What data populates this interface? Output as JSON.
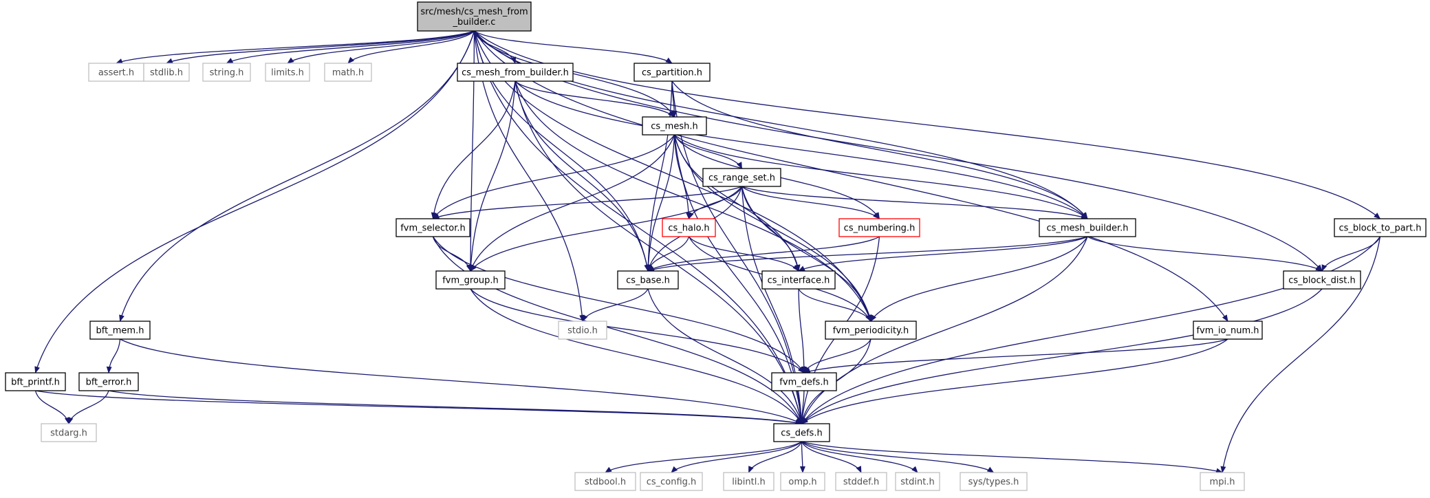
{
  "colors": {
    "edge": "#191970",
    "node_border": "#000000",
    "node_border_missing": "#bfbfbf",
    "node_border_truncated": "#ff0000",
    "root_fill": "#bfbfbf",
    "node_fill": "#ffffff"
  },
  "root": {
    "label_line1": "src/mesh/cs_mesh_from",
    "label_line2": "_builder.c"
  },
  "nodes": [
    {
      "id": "root",
      "label": "src/mesh/cs_mesh_from\n_builder.c",
      "style": "root"
    },
    {
      "id": "assert",
      "label": "assert.h",
      "style": "missing"
    },
    {
      "id": "stdlib",
      "label": "stdlib.h",
      "style": "missing"
    },
    {
      "id": "string",
      "label": "string.h",
      "style": "missing"
    },
    {
      "id": "limits",
      "label": "limits.h",
      "style": "missing"
    },
    {
      "id": "math",
      "label": "math.h",
      "style": "missing"
    },
    {
      "id": "cs_mesh_from_builder_h",
      "label": "cs_mesh_from_builder.h",
      "style": "normal"
    },
    {
      "id": "cs_partition",
      "label": "cs_partition.h",
      "style": "normal"
    },
    {
      "id": "cs_mesh",
      "label": "cs_mesh.h",
      "style": "normal"
    },
    {
      "id": "cs_range_set",
      "label": "cs_range_set.h",
      "style": "normal"
    },
    {
      "id": "fvm_selector",
      "label": "fvm_selector.h",
      "style": "normal"
    },
    {
      "id": "cs_halo",
      "label": "cs_halo.h",
      "style": "truncated"
    },
    {
      "id": "cs_numbering",
      "label": "cs_numbering.h",
      "style": "truncated"
    },
    {
      "id": "cs_mesh_builder",
      "label": "cs_mesh_builder.h",
      "style": "normal"
    },
    {
      "id": "cs_block_to_part",
      "label": "cs_block_to_part.h",
      "style": "normal"
    },
    {
      "id": "fvm_group",
      "label": "fvm_group.h",
      "style": "normal"
    },
    {
      "id": "cs_base",
      "label": "cs_base.h",
      "style": "normal"
    },
    {
      "id": "cs_interface",
      "label": "cs_interface.h",
      "style": "normal"
    },
    {
      "id": "cs_block_dist",
      "label": "cs_block_dist.h",
      "style": "normal"
    },
    {
      "id": "bft_mem",
      "label": "bft_mem.h",
      "style": "normal"
    },
    {
      "id": "stdio",
      "label": "stdio.h",
      "style": "missing"
    },
    {
      "id": "fvm_periodicity",
      "label": "fvm_periodicity.h",
      "style": "normal"
    },
    {
      "id": "fvm_io_num",
      "label": "fvm_io_num.h",
      "style": "normal"
    },
    {
      "id": "bft_printf",
      "label": "bft_printf.h",
      "style": "normal"
    },
    {
      "id": "bft_error",
      "label": "bft_error.h",
      "style": "normal"
    },
    {
      "id": "fvm_defs",
      "label": "fvm_defs.h",
      "style": "normal"
    },
    {
      "id": "stdarg",
      "label": "stdarg.h",
      "style": "missing"
    },
    {
      "id": "cs_defs",
      "label": "cs_defs.h",
      "style": "normal"
    },
    {
      "id": "stdbool",
      "label": "stdbool.h",
      "style": "missing"
    },
    {
      "id": "cs_config",
      "label": "cs_config.h",
      "style": "missing"
    },
    {
      "id": "libintl",
      "label": "libintl.h",
      "style": "missing"
    },
    {
      "id": "omp",
      "label": "omp.h",
      "style": "missing"
    },
    {
      "id": "stddef",
      "label": "stddef.h",
      "style": "missing"
    },
    {
      "id": "stdint",
      "label": "stdint.h",
      "style": "missing"
    },
    {
      "id": "systypes",
      "label": "sys/types.h",
      "style": "missing"
    },
    {
      "id": "mpi",
      "label": "mpi.h",
      "style": "missing"
    }
  ],
  "edges": [
    [
      "root",
      "assert"
    ],
    [
      "root",
      "stdlib"
    ],
    [
      "root",
      "string"
    ],
    [
      "root",
      "limits"
    ],
    [
      "root",
      "math"
    ],
    [
      "root",
      "cs_mesh_from_builder_h"
    ],
    [
      "root",
      "cs_partition"
    ],
    [
      "root",
      "cs_mesh"
    ],
    [
      "root",
      "cs_mesh_builder"
    ],
    [
      "root",
      "cs_block_to_part"
    ],
    [
      "root",
      "cs_block_dist"
    ],
    [
      "root",
      "bft_mem"
    ],
    [
      "root",
      "bft_printf"
    ],
    [
      "root",
      "stdio"
    ],
    [
      "root",
      "fvm_group"
    ],
    [
      "root",
      "cs_base"
    ],
    [
      "root",
      "fvm_periodicity"
    ],
    [
      "root",
      "fvm_io_num"
    ],
    [
      "root",
      "cs_defs"
    ],
    [
      "cs_mesh_from_builder_h",
      "cs_mesh"
    ],
    [
      "cs_mesh_from_builder_h",
      "fvm_selector"
    ],
    [
      "cs_mesh_from_builder_h",
      "fvm_group"
    ],
    [
      "cs_mesh_from_builder_h",
      "cs_base"
    ],
    [
      "cs_mesh_from_builder_h",
      "cs_mesh_builder"
    ],
    [
      "cs_mesh_from_builder_h",
      "fvm_periodicity"
    ],
    [
      "cs_mesh_from_builder_h",
      "cs_defs"
    ],
    [
      "cs_partition",
      "cs_mesh"
    ],
    [
      "cs_partition",
      "cs_base"
    ],
    [
      "cs_partition",
      "cs_mesh_builder"
    ],
    [
      "cs_partition",
      "cs_defs"
    ],
    [
      "cs_mesh",
      "cs_range_set"
    ],
    [
      "cs_mesh",
      "fvm_selector"
    ],
    [
      "cs_mesh",
      "cs_halo"
    ],
    [
      "cs_mesh",
      "cs_numbering"
    ],
    [
      "cs_mesh",
      "cs_mesh_builder"
    ],
    [
      "cs_mesh",
      "fvm_group"
    ],
    [
      "cs_mesh",
      "cs_base"
    ],
    [
      "cs_mesh",
      "cs_interface"
    ],
    [
      "cs_mesh",
      "fvm_periodicity"
    ],
    [
      "cs_mesh",
      "cs_defs"
    ],
    [
      "cs_range_set",
      "fvm_selector"
    ],
    [
      "cs_range_set",
      "cs_halo"
    ],
    [
      "cs_range_set",
      "cs_numbering"
    ],
    [
      "cs_range_set",
      "cs_mesh_builder"
    ],
    [
      "cs_range_set",
      "fvm_group"
    ],
    [
      "cs_range_set",
      "cs_base"
    ],
    [
      "cs_range_set",
      "cs_interface"
    ],
    [
      "cs_range_set",
      "fvm_periodicity"
    ],
    [
      "cs_range_set",
      "cs_defs"
    ],
    [
      "fvm_selector",
      "fvm_group"
    ],
    [
      "fvm_selector",
      "fvm_defs"
    ],
    [
      "fvm_selector",
      "cs_defs"
    ],
    [
      "cs_halo",
      "cs_base"
    ],
    [
      "cs_halo",
      "cs_interface"
    ],
    [
      "cs_halo",
      "fvm_periodicity"
    ],
    [
      "cs_numbering",
      "cs_base"
    ],
    [
      "cs_numbering",
      "cs_defs"
    ],
    [
      "cs_mesh_builder",
      "cs_base"
    ],
    [
      "cs_mesh_builder",
      "cs_interface"
    ],
    [
      "cs_mesh_builder",
      "fvm_periodicity"
    ],
    [
      "cs_mesh_builder",
      "cs_block_dist"
    ],
    [
      "cs_mesh_builder",
      "cs_defs"
    ],
    [
      "cs_block_to_part",
      "cs_block_dist"
    ],
    [
      "cs_block_to_part",
      "cs_defs"
    ],
    [
      "cs_block_to_part",
      "mpi"
    ],
    [
      "fvm_group",
      "fvm_defs"
    ],
    [
      "fvm_group",
      "cs_defs"
    ],
    [
      "cs_base",
      "stdio"
    ],
    [
      "cs_base",
      "cs_defs"
    ],
    [
      "cs_interface",
      "fvm_periodicity"
    ],
    [
      "cs_interface",
      "fvm_defs"
    ],
    [
      "cs_block_dist",
      "cs_defs"
    ],
    [
      "bft_mem",
      "bft_error"
    ],
    [
      "bft_mem",
      "cs_defs"
    ],
    [
      "fvm_periodicity",
      "fvm_defs"
    ],
    [
      "fvm_periodicity",
      "cs_defs"
    ],
    [
      "fvm_io_num",
      "fvm_defs"
    ],
    [
      "fvm_io_num",
      "cs_defs"
    ],
    [
      "bft_printf",
      "stdarg"
    ],
    [
      "bft_printf",
      "cs_defs"
    ],
    [
      "bft_error",
      "stdarg"
    ],
    [
      "bft_error",
      "cs_defs"
    ],
    [
      "fvm_defs",
      "cs_defs"
    ],
    [
      "cs_defs",
      "stdbool"
    ],
    [
      "cs_defs",
      "cs_config"
    ],
    [
      "cs_defs",
      "libintl"
    ],
    [
      "cs_defs",
      "omp"
    ],
    [
      "cs_defs",
      "stddef"
    ],
    [
      "cs_defs",
      "stdint"
    ],
    [
      "cs_defs",
      "systypes"
    ],
    [
      "cs_defs",
      "mpi"
    ]
  ]
}
